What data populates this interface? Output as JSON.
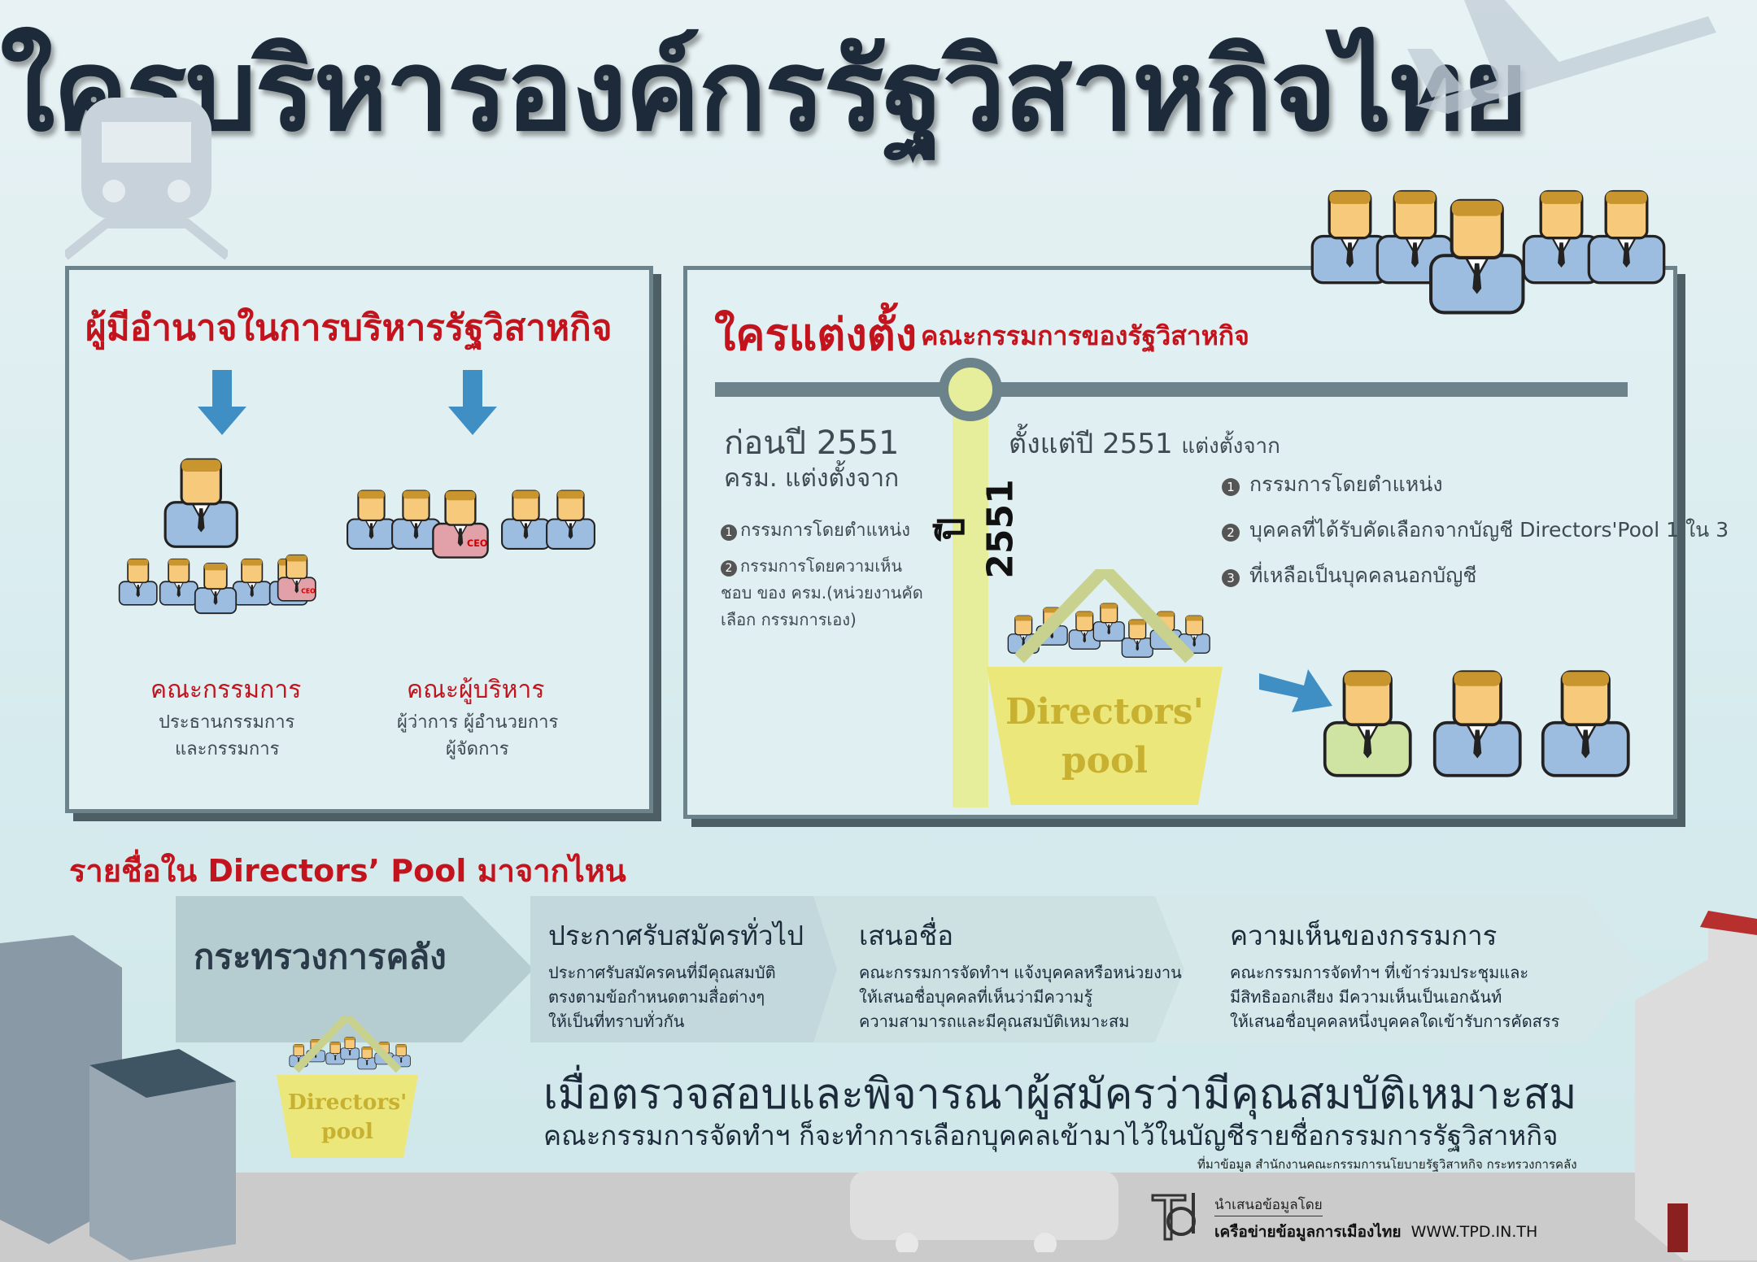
{
  "title": "ใครบริหารองค์กรรัฐวิสาหกิจไทย",
  "left_panel": {
    "heading": "ผู้มีอำนาจในการบริหารรัฐวิสาหกิจ",
    "groups": [
      {
        "label": "คณะกรรมการ",
        "lines": [
          "ประธานกรรมการ",
          "และกรรมการ"
        ]
      },
      {
        "label": "คณะผู้บริหาร",
        "lines": [
          "ผู้ว่าการ ผู้อำนวยการ",
          "ผู้จัดการ"
        ]
      }
    ],
    "badge": "CEO"
  },
  "right_panel": {
    "heading_main": "ใครแต่งตั้ง",
    "heading_sub": "คณะกรรมการของรัฐวิสาหกิจ",
    "year_marker": "ปี 2551",
    "before": {
      "title": "ก่อนปี 2551",
      "subtitle": "ครม. แต่งตั้งจาก",
      "items": [
        {
          "num": "1",
          "text": "กรรมการโดยตำแหน่ง"
        },
        {
          "num": "2",
          "text": "กรรมการโดยความเห็นชอบ ของ ครม.(หน่วยงานคัดเลือก กรรมการเอง)"
        }
      ]
    },
    "after": {
      "title": "ตั้งแต่ปี 2551",
      "title_suffix": "แต่งตั้งจาก",
      "items": [
        {
          "num": "1",
          "text": "กรรมการโดยตำแหน่ง"
        },
        {
          "num": "2",
          "text": "บุคคลที่ได้รับคัดเลือกจากบัญชี Directors'Pool  1 ใน 3"
        },
        {
          "num": "3",
          "text": "ที่เหลือเป็นบุคคลนอกบัญชี"
        }
      ]
    },
    "pool_label_1": "Directors'",
    "pool_label_2": "pool"
  },
  "pool_section": {
    "heading": "รายชื่อใน Directors’ Pool มาจากไหน",
    "source_org": "กระทรวงการคลัง",
    "steps": [
      {
        "title": "ประกาศรับสมัครทั่วไป",
        "lines": [
          "ประกาศรับสมัครคนที่มีคุณสมบัติ",
          "ตรงตามข้อกำหนดตามสื่อต่างๆ",
          "ให้เป็นที่ทราบทั่วกัน"
        ]
      },
      {
        "title": "เสนอชื่อ",
        "lines": [
          "คณะกรรมการจัดทำฯ แจ้งบุคคลหรือหน่วยงาน",
          "ให้เสนอชื่อบุคคลที่เห็นว่ามีความรู้",
          "ความสามารถและมีคุณสมบัติเหมาะสม"
        ]
      },
      {
        "title": "ความเห็นของกรรมการ",
        "lines": [
          "คณะกรรมการจัดทำฯ ที่เข้าร่วมประชุมและ",
          "มีสิทธิออกเสียง มีความเห็นเป็นเอกฉันท์",
          "ให้เสนอชื่อบุคคลหนึ่งบุคคลใดเข้ารับการคัดสรร"
        ]
      }
    ],
    "conclusion_1": "เมื่อตรวจสอบและพิจารณาผู้สมัครว่ามีคุณสมบัติเหมาะสม",
    "conclusion_2": "คณะกรรมการจัดทำฯ ก็จะทำการเลือกบุคคลเข้ามาไว้ในบัญชีรายชื่อกรรมการรัฐวิสาหกิจ",
    "source": "ที่มาข้อมูล   สำนักงานคณะกรรมการนโยบายรัฐวิสาหกิจ กระทรวงการคลัง"
  },
  "footer": {
    "presented_by": "นำเสนอข้อมูลโดย",
    "org": "เครือข่ายข้อมูลการเมืองไทย",
    "url": "WWW.TPD.IN.TH",
    "logo_text": "TPD"
  }
}
